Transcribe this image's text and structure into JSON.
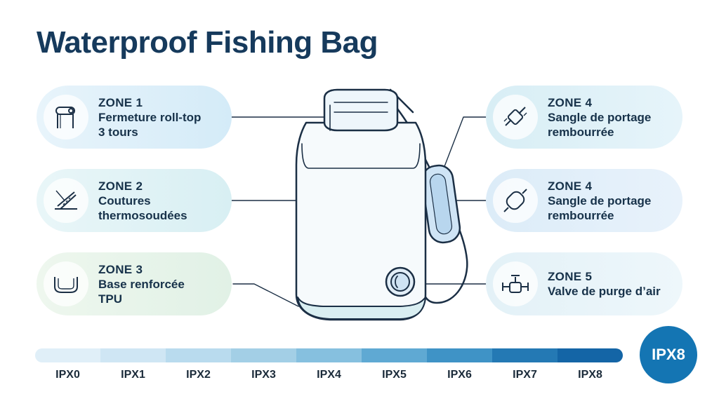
{
  "title": "Waterproof Fishing Bag",
  "zones_left": [
    {
      "title": "ZONE 1",
      "line1": "Fermeture roll-top",
      "line2": "3 tours",
      "icon": "roll-top-icon"
    },
    {
      "title": "ZONE 2",
      "line1": "Coutures",
      "line2": "thermosoudées",
      "icon": "seam-icon"
    },
    {
      "title": "ZONE 3",
      "line1": "Base renforcée",
      "line2": "TPU",
      "icon": "base-icon"
    }
  ],
  "zones_right": [
    {
      "title": "ZONE 4",
      "line1": "Sangle de portage",
      "line2": "rembourrée",
      "icon": "strap-buckle-icon"
    },
    {
      "title": "ZONE 4",
      "line1": "Sangle de portage",
      "line2": "rembourrée",
      "icon": "strap-pad-icon"
    },
    {
      "title": "ZONE 5",
      "line1": "Valve de purge d’air",
      "line2": "",
      "icon": "valve-icon"
    }
  ],
  "scale": {
    "labels": [
      "IPX0",
      "IPX1",
      "IPX2",
      "IPX3",
      "IPX4",
      "IPX5",
      "IPX6",
      "IPX7",
      "IPX8"
    ],
    "colors": [
      "#e0eff8",
      "#cfe6f4",
      "#b9dbee",
      "#a3cfe6",
      "#86c0df",
      "#5fa9d3",
      "#3f93c6",
      "#2479b4",
      "#1465a6"
    ]
  },
  "badge": "IPX8"
}
